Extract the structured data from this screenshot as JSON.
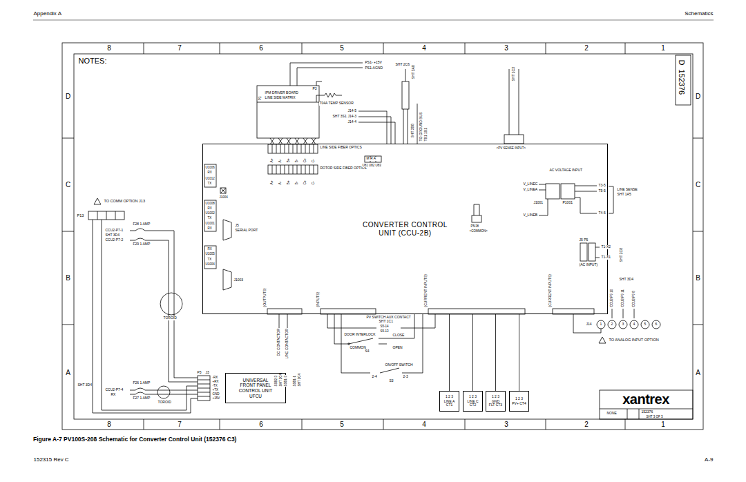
{
  "diagram": {
    "caption": "Figure A-7 PV100S-208 Schematic for Converter Control Unit (152376 C3)",
    "nodes": [
      {
        "text": [
          "CONVERTER CONTROL UNIT (CCU-2B)"
        ]
      },
      {
        "text": [
          "UNIVERSAL FRONT PANEL CONTROL UNIT",
          "UFCU"
        ]
      },
      {
        "text": [
          "1 2 3",
          "LINE A CT1"
        ]
      },
      {
        "text": [
          "1 2 3",
          "LINE C CT2"
        ]
      },
      {
        "text": [
          "1 2 3",
          "GND FLT CT3"
        ]
      },
      {
        "text": [
          "1 2 3",
          "PV+ CT4"
        ]
      }
    ],
    "edges": [
      {
        "from": 2,
        "to": 0,
        "arrow": "none"
      },
      {
        "from": 3,
        "to": 0,
        "arrow": "none"
      },
      {
        "from": 4,
        "to": 0,
        "arrow": "none"
      },
      {
        "from": 5,
        "to": 0,
        "arrow": "none"
      }
    ],
    "labels": [
      "Appendix A",
      "Schematics",
      "152315 Rev C",
      "A-9",
      "8",
      "7",
      "6",
      "5",
      "4",
      "3",
      "2",
      "1",
      "8",
      "7",
      "6",
      "5",
      "4",
      "3",
      "2",
      "1",
      "D",
      "C",
      "B",
      "A",
      "D",
      "C",
      "B",
      "A",
      "NOTES:",
      "D",
      "152376",
      "PS1- +15V",
      "SHT 2C6",
      "PS1-AGND",
      "T04A TEMP SENSOR",
      "IPM DRIVER BOARD",
      "LINE SIDE MATRIX",
      "P1",
      "P3",
      "J14-5",
      "SHT 3S1",
      "J14-3",
      "J14-4",
      "SHT 3A8",
      "SHT 3B8",
      "TO GROUND BUS",
      "TB1 1B1",
      "SHT 1C3",
      "<PV SENSE INPUT>",
      "LINE SIDE FIBER OPTICS",
      "ROTOR SIDE FIBER OPTICS",
      "M R A",
      "U81 U82 U83",
      "U1006",
      "RX",
      "U1012",
      "TX",
      "J1004",
      "U1008",
      "RX",
      "U1002",
      "TX",
      "U1001",
      "RX",
      "J5",
      "SERIAL PORT",
      "RX",
      "U1005",
      "TX",
      "U1004",
      "J1003",
      "TO COMM OPTION J13",
      "P13",
      "F28 1 AMP",
      "CCU2-P7-1",
      "SHT 3D4",
      "CCU2-P7-2",
      "F29 1 AMP",
      "TOROID",
      "TOROID",
      "P3",
      "J3",
      "-RX",
      "+RX",
      "-TX",
      "+TX",
      "GND",
      "+15V",
      "F26 1 AMP",
      "SHT 3D4",
      "CCU2-P7-4",
      "RX",
      "F27 1 AMP",
      "(OUTPUTS)",
      "(INPUTS)",
      "(CURRENT INPUTS)",
      "(CURRENT INPUTS)",
      "DC CONTACTOR",
      "LINE CONTACTOR",
      "SSB2-3",
      "SHT 2C4",
      "SSB1-3",
      "SSB1-1",
      "SHT 2C4",
      "PV SWITCH AUX CONTACT",
      "SHT 1C1",
      "S5-14",
      "S5-13",
      "DOOR INTERLOCK",
      "CLOSE",
      "COMMON",
      "OPEN",
      "S4",
      "ON/OFF SWITCH",
      "2-4",
      "2-3",
      "S3",
      "AC VOLTAGE INPUT",
      "V_LINEC",
      "V_LINEA",
      "J1001",
      "P1001",
      "V_LINEB",
      "T3-5",
      "T5-5",
      "T4-5",
      "LINE SENSE",
      "SHT 1A5",
      "J5 P5",
      "T1-X2",
      "T1-X1",
      "SHT 2C8",
      "(AC INPUT)",
      "SHT 3D4",
      "CCU2-P7-10",
      "CCU2-P7-11",
      "CCU2-P7-8",
      "J14",
      "1",
      "2",
      "3",
      "4",
      "5",
      "6",
      "TO ANALOG INPUT OPTION",
      "P5/J8",
      "<COMMON>",
      "xantrex",
      "NONE",
      "152376",
      "SHT 3 OF 3",
      "A+",
      "A-",
      "B+",
      "B-",
      "C+",
      "C-",
      "A+",
      "A-",
      "B+",
      "B-",
      "C+",
      "C-"
    ]
  }
}
